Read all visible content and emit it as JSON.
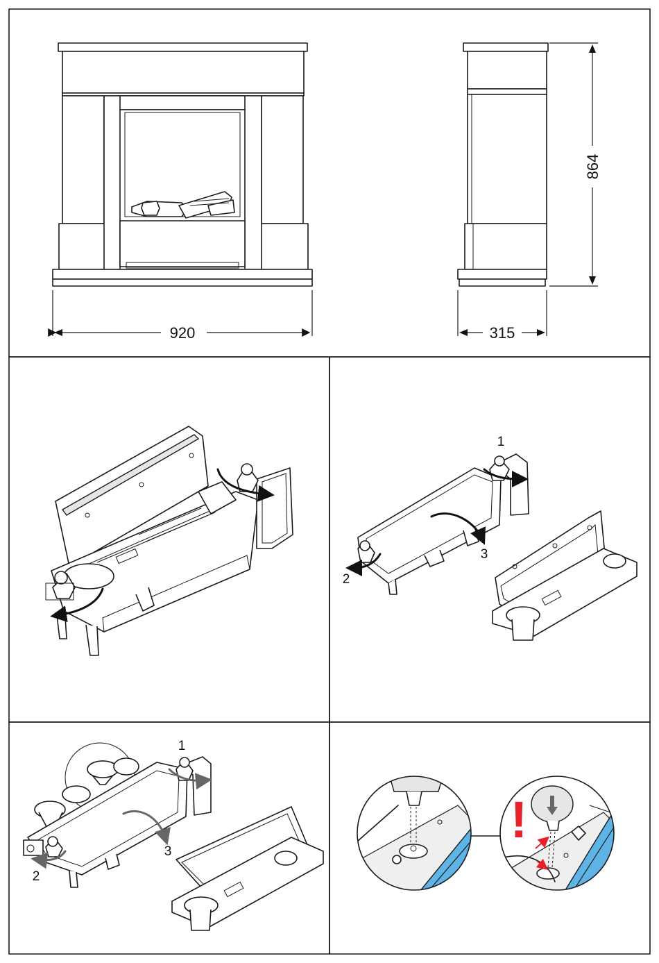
{
  "dimensions": {
    "width_label": "920",
    "depth_label": "315",
    "height_label": "864"
  },
  "steps": {
    "panel3": {
      "one": "1",
      "two": "2",
      "three": "3"
    },
    "panel4": {
      "one": "1",
      "two": "2",
      "three": "3"
    }
  },
  "warning": {
    "mark": "!"
  },
  "colors": {
    "frame": "#1a1a1a",
    "tray_blue": "#5fb4e6",
    "warning_red": "#e8202a",
    "arrow_gray": "#666666"
  }
}
